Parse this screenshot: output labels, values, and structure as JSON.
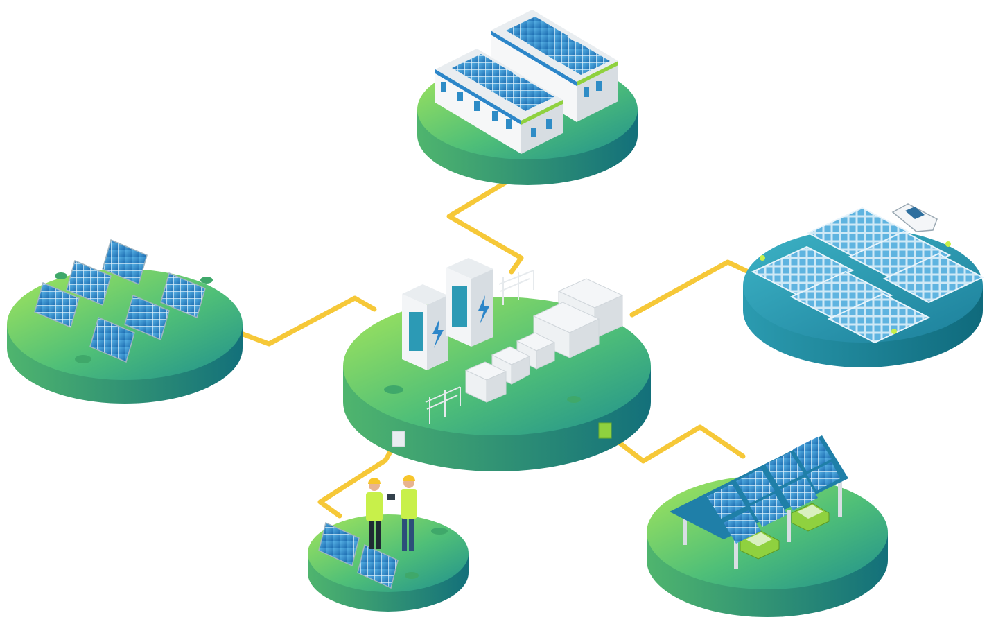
{
  "diagram": {
    "type": "isometric-solar-energy-network",
    "hub": {
      "name": "battery-storage-substation",
      "icon": "lightning-bolt-icon"
    },
    "nodes": [
      {
        "name": "rooftop-solar-buildings"
      },
      {
        "name": "ground-mounted-solar-farm"
      },
      {
        "name": "floating-solar-farm"
      },
      {
        "name": "solar-carport"
      },
      {
        "name": "solar-maintenance-workers"
      }
    ],
    "colors": {
      "ground_light": "#9be05a",
      "ground_dark": "#1f8b8c",
      "connector": "#f6c838",
      "panel": "#2f8fce",
      "water": "#2a9bb5",
      "building": "#f2f4f6",
      "car": "#8fd13f",
      "worker_vest": "#c8f04a",
      "helmet": "#f7c52b"
    }
  }
}
